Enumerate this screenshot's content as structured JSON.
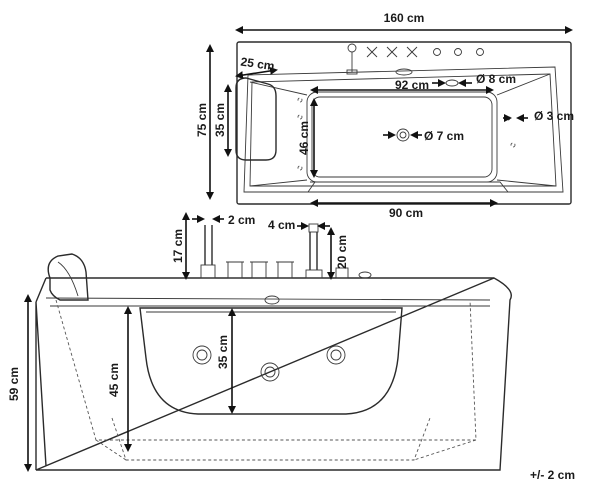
{
  "top_view": {
    "length_label": "160 cm",
    "width_label": "75 cm",
    "headrest_width_label": "25 cm",
    "headrest_height_label": "35 cm",
    "inner_length_label": "92 cm",
    "drain_label": "Ø 8 cm",
    "jet_label": "Ø 3 cm",
    "inner_width_label": "46 cm",
    "center_jet_label": "Ø 7 cm",
    "bottom_length_label": "90 cm"
  },
  "side_view": {
    "spout_height_label": "17 cm",
    "spout_diameter_label": "2 cm",
    "shower_diameter_label": "4 cm",
    "shower_height_label": "20 cm",
    "total_height_label": "59 cm",
    "water_depth_label": "45 cm",
    "window_height_label": "35 cm"
  },
  "tolerance_label": "+/- 2 cm"
}
